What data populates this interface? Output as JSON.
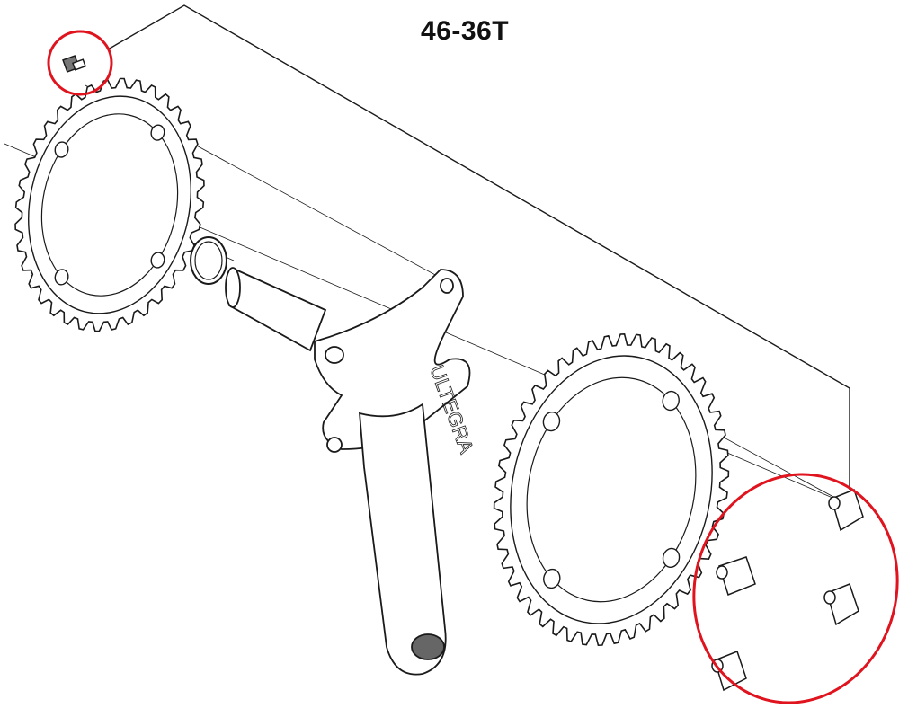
{
  "title": "46-36T",
  "arm_logo": "ULTEGRA",
  "colors": {
    "highlight": "#e0141e",
    "line": "#1a1a1a",
    "part_fill": "#ffffff"
  },
  "parts": [
    {
      "name": "chainring-bolt",
      "highlighted": true
    },
    {
      "name": "inner-chainring",
      "highlighted": false
    },
    {
      "name": "spindle-ring",
      "highlighted": false
    },
    {
      "name": "crank-arm-with-spindle",
      "highlighted": false
    },
    {
      "name": "outer-chainring",
      "highlighted": false
    },
    {
      "name": "chainring-nuts",
      "count": 4,
      "highlighted": true
    }
  ]
}
